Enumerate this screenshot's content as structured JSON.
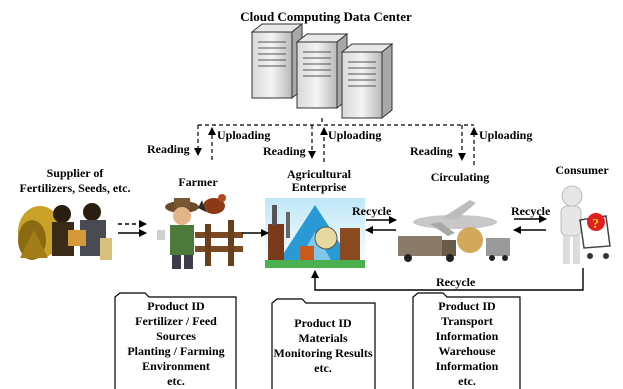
{
  "title": "Cloud Computing Data Center",
  "arrow_labels": {
    "reading": "Reading",
    "uploading": "Uploading",
    "recycle": "Recycle"
  },
  "nodes": {
    "supplier": [
      "Supplier of",
      "Fertilizers, Seeds, etc."
    ],
    "farmer": [
      "Farmer"
    ],
    "enterprise": [
      "Agricultural",
      "Enterprise"
    ],
    "circulating": [
      "Circulating"
    ],
    "consumer": [
      "Consumer"
    ]
  },
  "documents": [
    [
      "Product ID",
      "Fertilizer / Feed",
      "Sources",
      "Planting / Farming",
      "Environment",
      "etc."
    ],
    [
      "Product ID",
      "Materials",
      "Monitoring Results",
      "etc."
    ],
    [
      "Product ID",
      "Transport",
      "Information",
      "Warehouse",
      "Information",
      "etc."
    ]
  ]
}
